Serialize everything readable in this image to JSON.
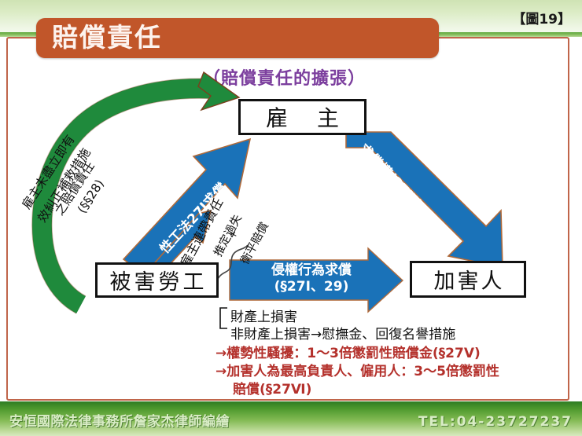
{
  "slide": {
    "figure_label": "【圖19】",
    "title": "賠償責任",
    "subtitle": "（賠償責任的擴張）",
    "colors": {
      "title_bar": "#c1562a",
      "frame_border": "#c0654a",
      "subtitle_purple": "#7c3f9e",
      "green_arrow": "#1f8a3c",
      "blue_arrow": "#1a72b8",
      "red_note": "#b4312c",
      "footer_band": "#4f9a2e"
    }
  },
  "nodes": {
    "employer": "雇 主",
    "worker": "被害勞工",
    "offender": "加害人"
  },
  "arrows": {
    "green_curved": {
      "line1": "雇主未盡立即有",
      "line2": "效糾正補救措施",
      "line3": "之賠償責任",
      "line4": "(§§28)"
    },
    "blue_left": "性工法27Ⅰ求償",
    "blue_right": "求償權(27Ⅲ)",
    "blue_center_line1": "侵權行為求償",
    "blue_center_line2": "(§27Ⅰ、29)"
  },
  "annotations": {
    "joint_liability": "雇主連帶責任",
    "presumed_fault": "推定過失",
    "plus": "+",
    "equitable_compensation": "衡平賠償"
  },
  "notes": {
    "line1": "財產上損害",
    "line2": "非財產上損害→慰撫金、回復名譽措施",
    "line3": "→權勢性騷擾：1～3倍懲罰性賠償金(§27V)",
    "line4": "→加害人為最高負責人、僱用人：3～5倍懲罰性",
    "line5": "賠償(§27Ⅵ)"
  },
  "footer": {
    "credit": "安恒國際法律事務所詹家杰律師編繪",
    "tel": "TEL:04-23727237"
  }
}
